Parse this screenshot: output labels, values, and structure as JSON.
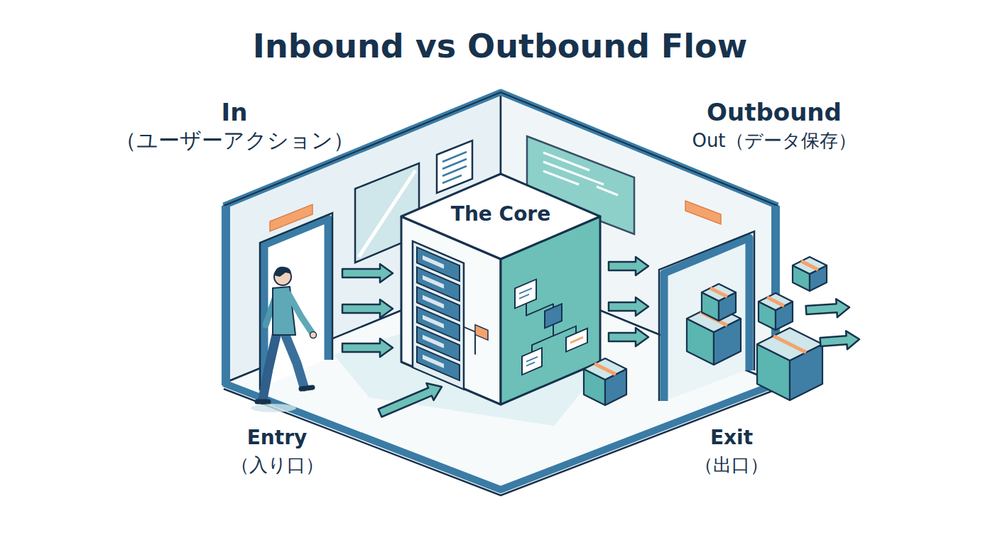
{
  "diagram": {
    "title": "Inbound vs Outbound Flow",
    "nodes": [
      {
        "text": [
          "Entry",
          "（入り口）"
        ]
      },
      {
        "text": [
          "The Core"
        ]
      },
      {
        "text": [
          "Exit",
          "（出口）"
        ]
      }
    ],
    "edges": [
      {
        "from": 0,
        "to": 1,
        "arrow": "to"
      },
      {
        "from": 0,
        "to": 1,
        "arrow": "to"
      },
      {
        "from": 0,
        "to": 1,
        "arrow": "to"
      },
      {
        "from": 1,
        "to": 2,
        "arrow": "to"
      },
      {
        "from": 1,
        "to": 2,
        "arrow": "to"
      },
      {
        "from": 1,
        "to": 2,
        "arrow": "to"
      }
    ],
    "labels": [
      "In",
      "（ユーザーアクション）",
      "Outbound",
      "Out（データ保存）"
    ]
  }
}
